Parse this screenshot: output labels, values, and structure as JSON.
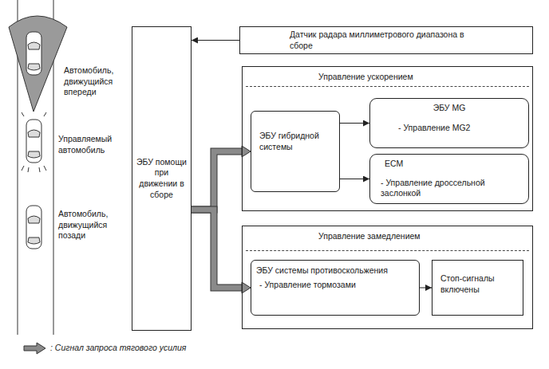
{
  "diagram": {
    "nodes": [
      {
        "text": [
          "ЭБУ помощи при движении в сборе"
        ]
      },
      {
        "text": [
          "Датчик радара миллиметрового диапазона в сборе"
        ]
      },
      {
        "text": [
          "Управление ускорением"
        ]
      },
      {
        "text": [
          "ЭБУ гибридной системы"
        ],
        "in": 2
      },
      {
        "text": [
          "ЭБУ MG",
          "- Управление MG2"
        ],
        "in": 2
      },
      {
        "text": [
          "ECM",
          "- Управление дроссельной заслонкой"
        ],
        "in": 2
      },
      {
        "text": [
          "Управление замедлением"
        ]
      },
      {
        "text": [
          "ЭБУ системы противоскольжения",
          "- Управление тормозами"
        ],
        "in": 6
      },
      {
        "text": [
          "Стоп-сигналы включены"
        ],
        "in": 6
      }
    ],
    "edges": [
      {
        "from": 1,
        "to": 0,
        "arrow": "to"
      },
      {
        "from": 0,
        "to": 3,
        "arrow": "to"
      },
      {
        "from": 0,
        "to": 7,
        "arrow": "to"
      },
      {
        "from": 3,
        "to": 4,
        "arrow": "to"
      },
      {
        "from": 3,
        "to": 5,
        "arrow": "to"
      },
      {
        "from": 7,
        "to": 8,
        "arrow": "to"
      }
    ],
    "labels": [
      "Автомобиль, движущийся впереди",
      "Управляемый автомобиль",
      "Автомобиль, движущийся позади"
    ],
    "legend": [
      {
        "text": ": Сигнал запроса тягового усилия"
      }
    ]
  }
}
